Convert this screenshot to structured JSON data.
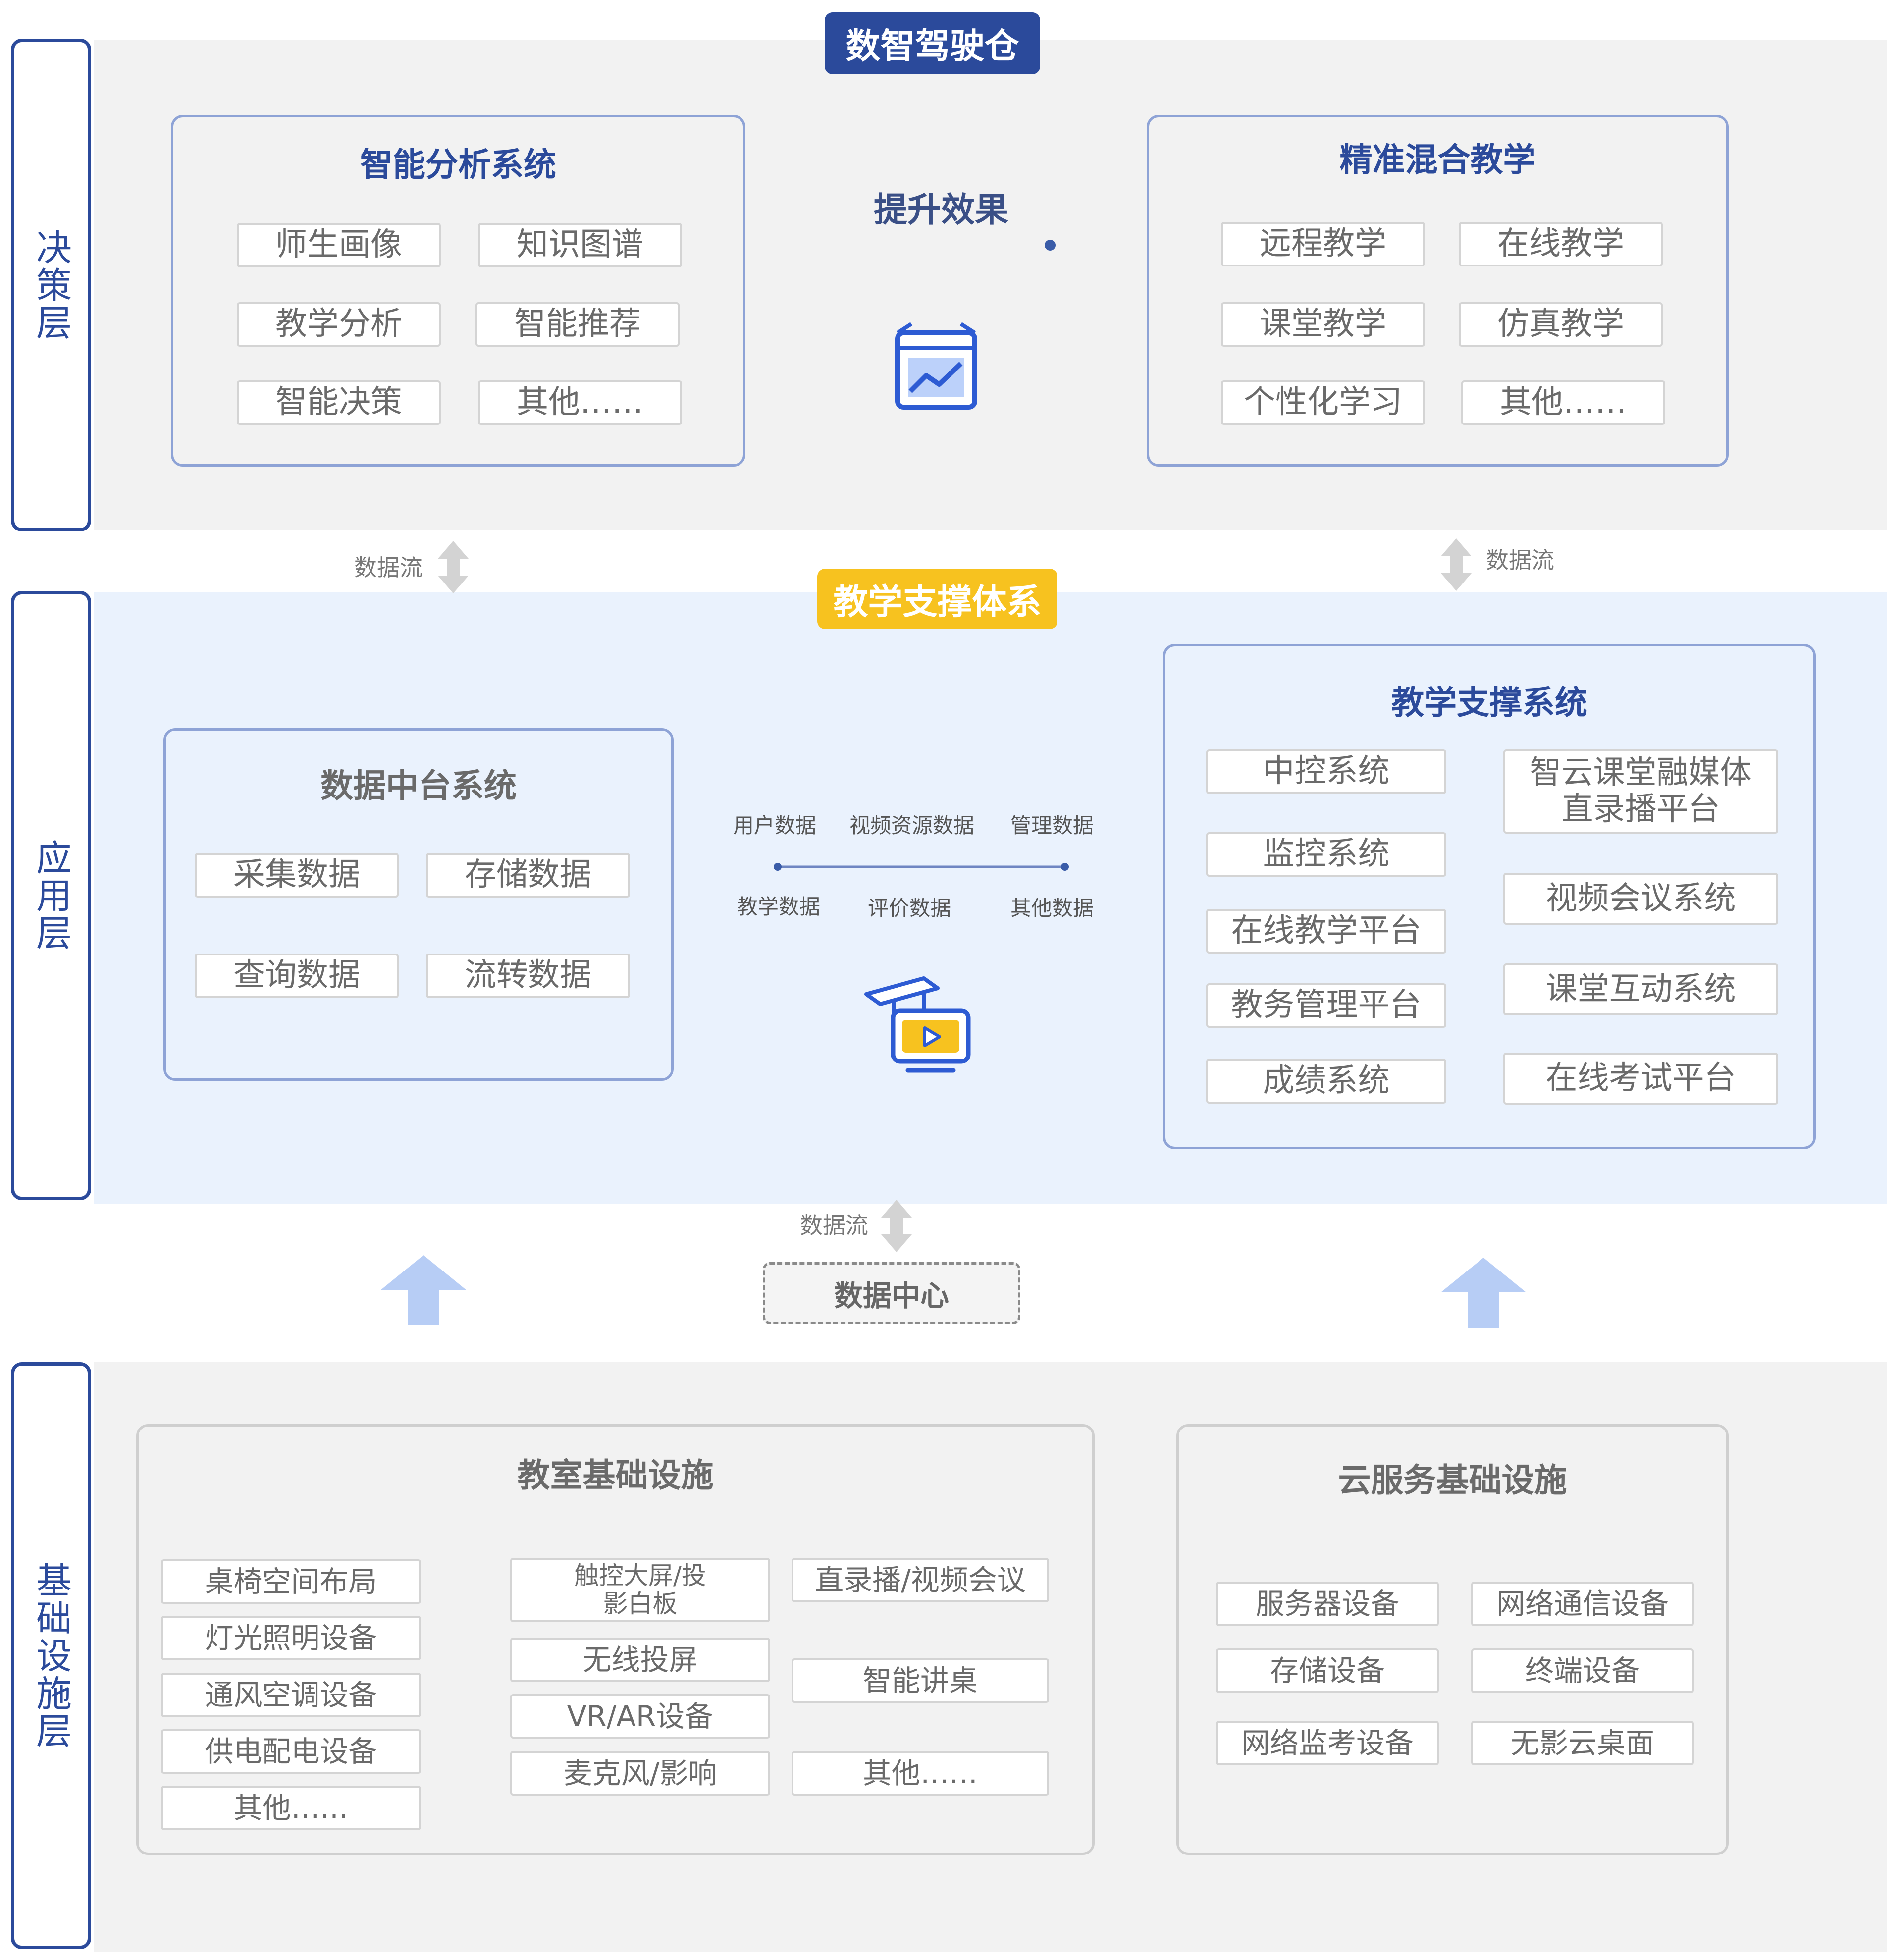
{
  "layers": {
    "decision": "决策层",
    "application": "应用层",
    "infrastructure": "基础设施层"
  },
  "decision": {
    "badge": "数智驾驶仓",
    "left_panel": {
      "title": "智能分析系统",
      "items": [
        "师生画像",
        "知识图谱",
        "教学分析",
        "智能推荐",
        "智能决策",
        "其他……"
      ]
    },
    "center": {
      "label": "提升效果",
      "icon": "analytics-monitor-icon"
    },
    "right_panel": {
      "title": "精准混合教学",
      "items": [
        "远程教学",
        "在线教学",
        "课堂教学",
        "仿真教学",
        "个性化学习",
        "其他……"
      ]
    }
  },
  "flows": {
    "data_flow": "数据流"
  },
  "application": {
    "badge": "教学支撑体系",
    "left_panel": {
      "title": "数据中台系统",
      "items": [
        "采集数据",
        "存储数据",
        "查询数据",
        "流转数据"
      ]
    },
    "center": {
      "top_labels": [
        "用户数据",
        "视频资源数据",
        "管理数据"
      ],
      "bottom_labels": [
        "教学数据",
        "评价数据",
        "其他数据"
      ],
      "icon": "online-education-icon"
    },
    "right_panel": {
      "title": "教学支撑系统",
      "left_items": [
        "中控系统",
        "监控系统",
        "在线教学平台",
        "教务管理平台",
        "成绩系统"
      ],
      "right_items": [
        "智云课堂融媒体直录播平台",
        "视频会议系统",
        "课堂互动系统",
        "在线考试平台"
      ]
    }
  },
  "data_center": "数据中心",
  "infrastructure": {
    "left_panel": {
      "title": "教室基础设施",
      "col1": [
        "桌椅空间布局",
        "灯光照明设备",
        "通风空调设备",
        "供电配电设备",
        "其他……"
      ],
      "col2": [
        "触控大屏/投影白板",
        "无线投屏",
        "VR/AR设备",
        "麦克风/影响"
      ],
      "col3": [
        "直录播/视频会议",
        "智能讲桌",
        "其他……"
      ]
    },
    "right_panel": {
      "title": "云服务基础设施",
      "items": [
        "服务器设备",
        "网络通信设备",
        "存储设备",
        "终端设备",
        "网络监考设备",
        "无影云桌面"
      ]
    }
  },
  "colors": {
    "navy": "#2b4a9b",
    "yellow": "#f7c21f",
    "light_blue_bg": "#eaf2fd",
    "gray_bg": "#f2f2f2",
    "arrow_blue": "#b7cdf5"
  }
}
